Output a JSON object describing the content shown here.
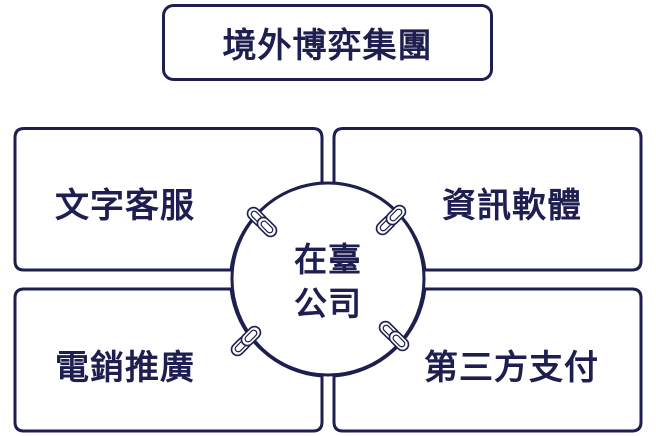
{
  "title": "境外博弈集團",
  "center": {
    "line1": "在臺",
    "line2": "公司"
  },
  "quadrants": {
    "top_left": "文字客服",
    "top_right": "資訊軟體",
    "bottom_left": "電銷推廣",
    "bottom_right": "第三方支付"
  },
  "icons": [
    "chain-link-icon",
    "chain-link-icon",
    "chain-link-icon",
    "chain-link-icon"
  ],
  "colors": {
    "stroke": "#1e1e50",
    "text": "#1e1e50",
    "background": "#ffffff"
  }
}
